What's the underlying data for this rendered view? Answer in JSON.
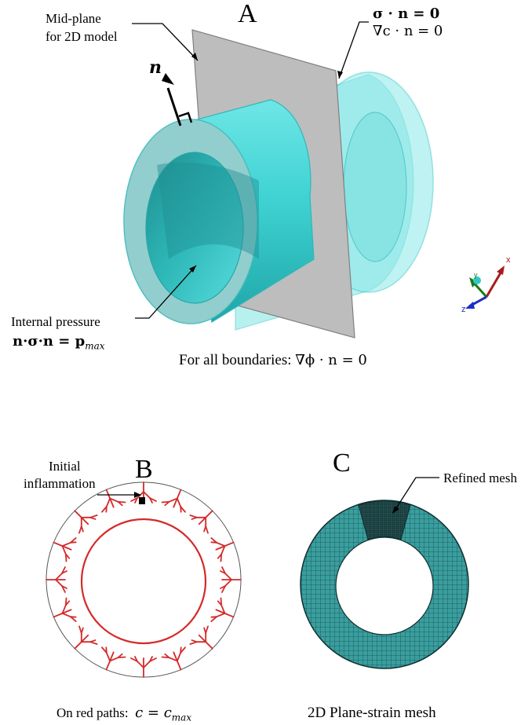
{
  "panel_a": {
    "letter": "A",
    "midplane_label_1": "Mid-plane",
    "midplane_label_2": "for 2D model",
    "bc_top_1": "σ · n = 0",
    "bc_top_2": "∇c · n = 0",
    "normal_label": "n",
    "pressure_label": "Internal pressure",
    "pressure_eq": "n·σ·n = p",
    "pressure_sub": "max",
    "all_boundaries": "For all boundaries:",
    "all_boundaries_eq": "∇ϕ · n = 0",
    "triad_x": "x",
    "triad_y": "y",
    "triad_z": "z"
  },
  "panel_b": {
    "letter": "B",
    "inflammation_1": "Initial",
    "inflammation_2": "inflammation",
    "red_paths": "On red paths:",
    "red_paths_eq": "c = c",
    "red_paths_sub": "max"
  },
  "panel_c": {
    "letter": "C",
    "refined": "Refined mesh",
    "caption": "2D Plane-strain mesh"
  },
  "colors": {
    "cyan": "#3fd8d8",
    "cyan_dark": "#1f9aa0",
    "plane": "#b9b9b9",
    "red": "#d42a2a",
    "mesh": "#2f8a8a"
  }
}
